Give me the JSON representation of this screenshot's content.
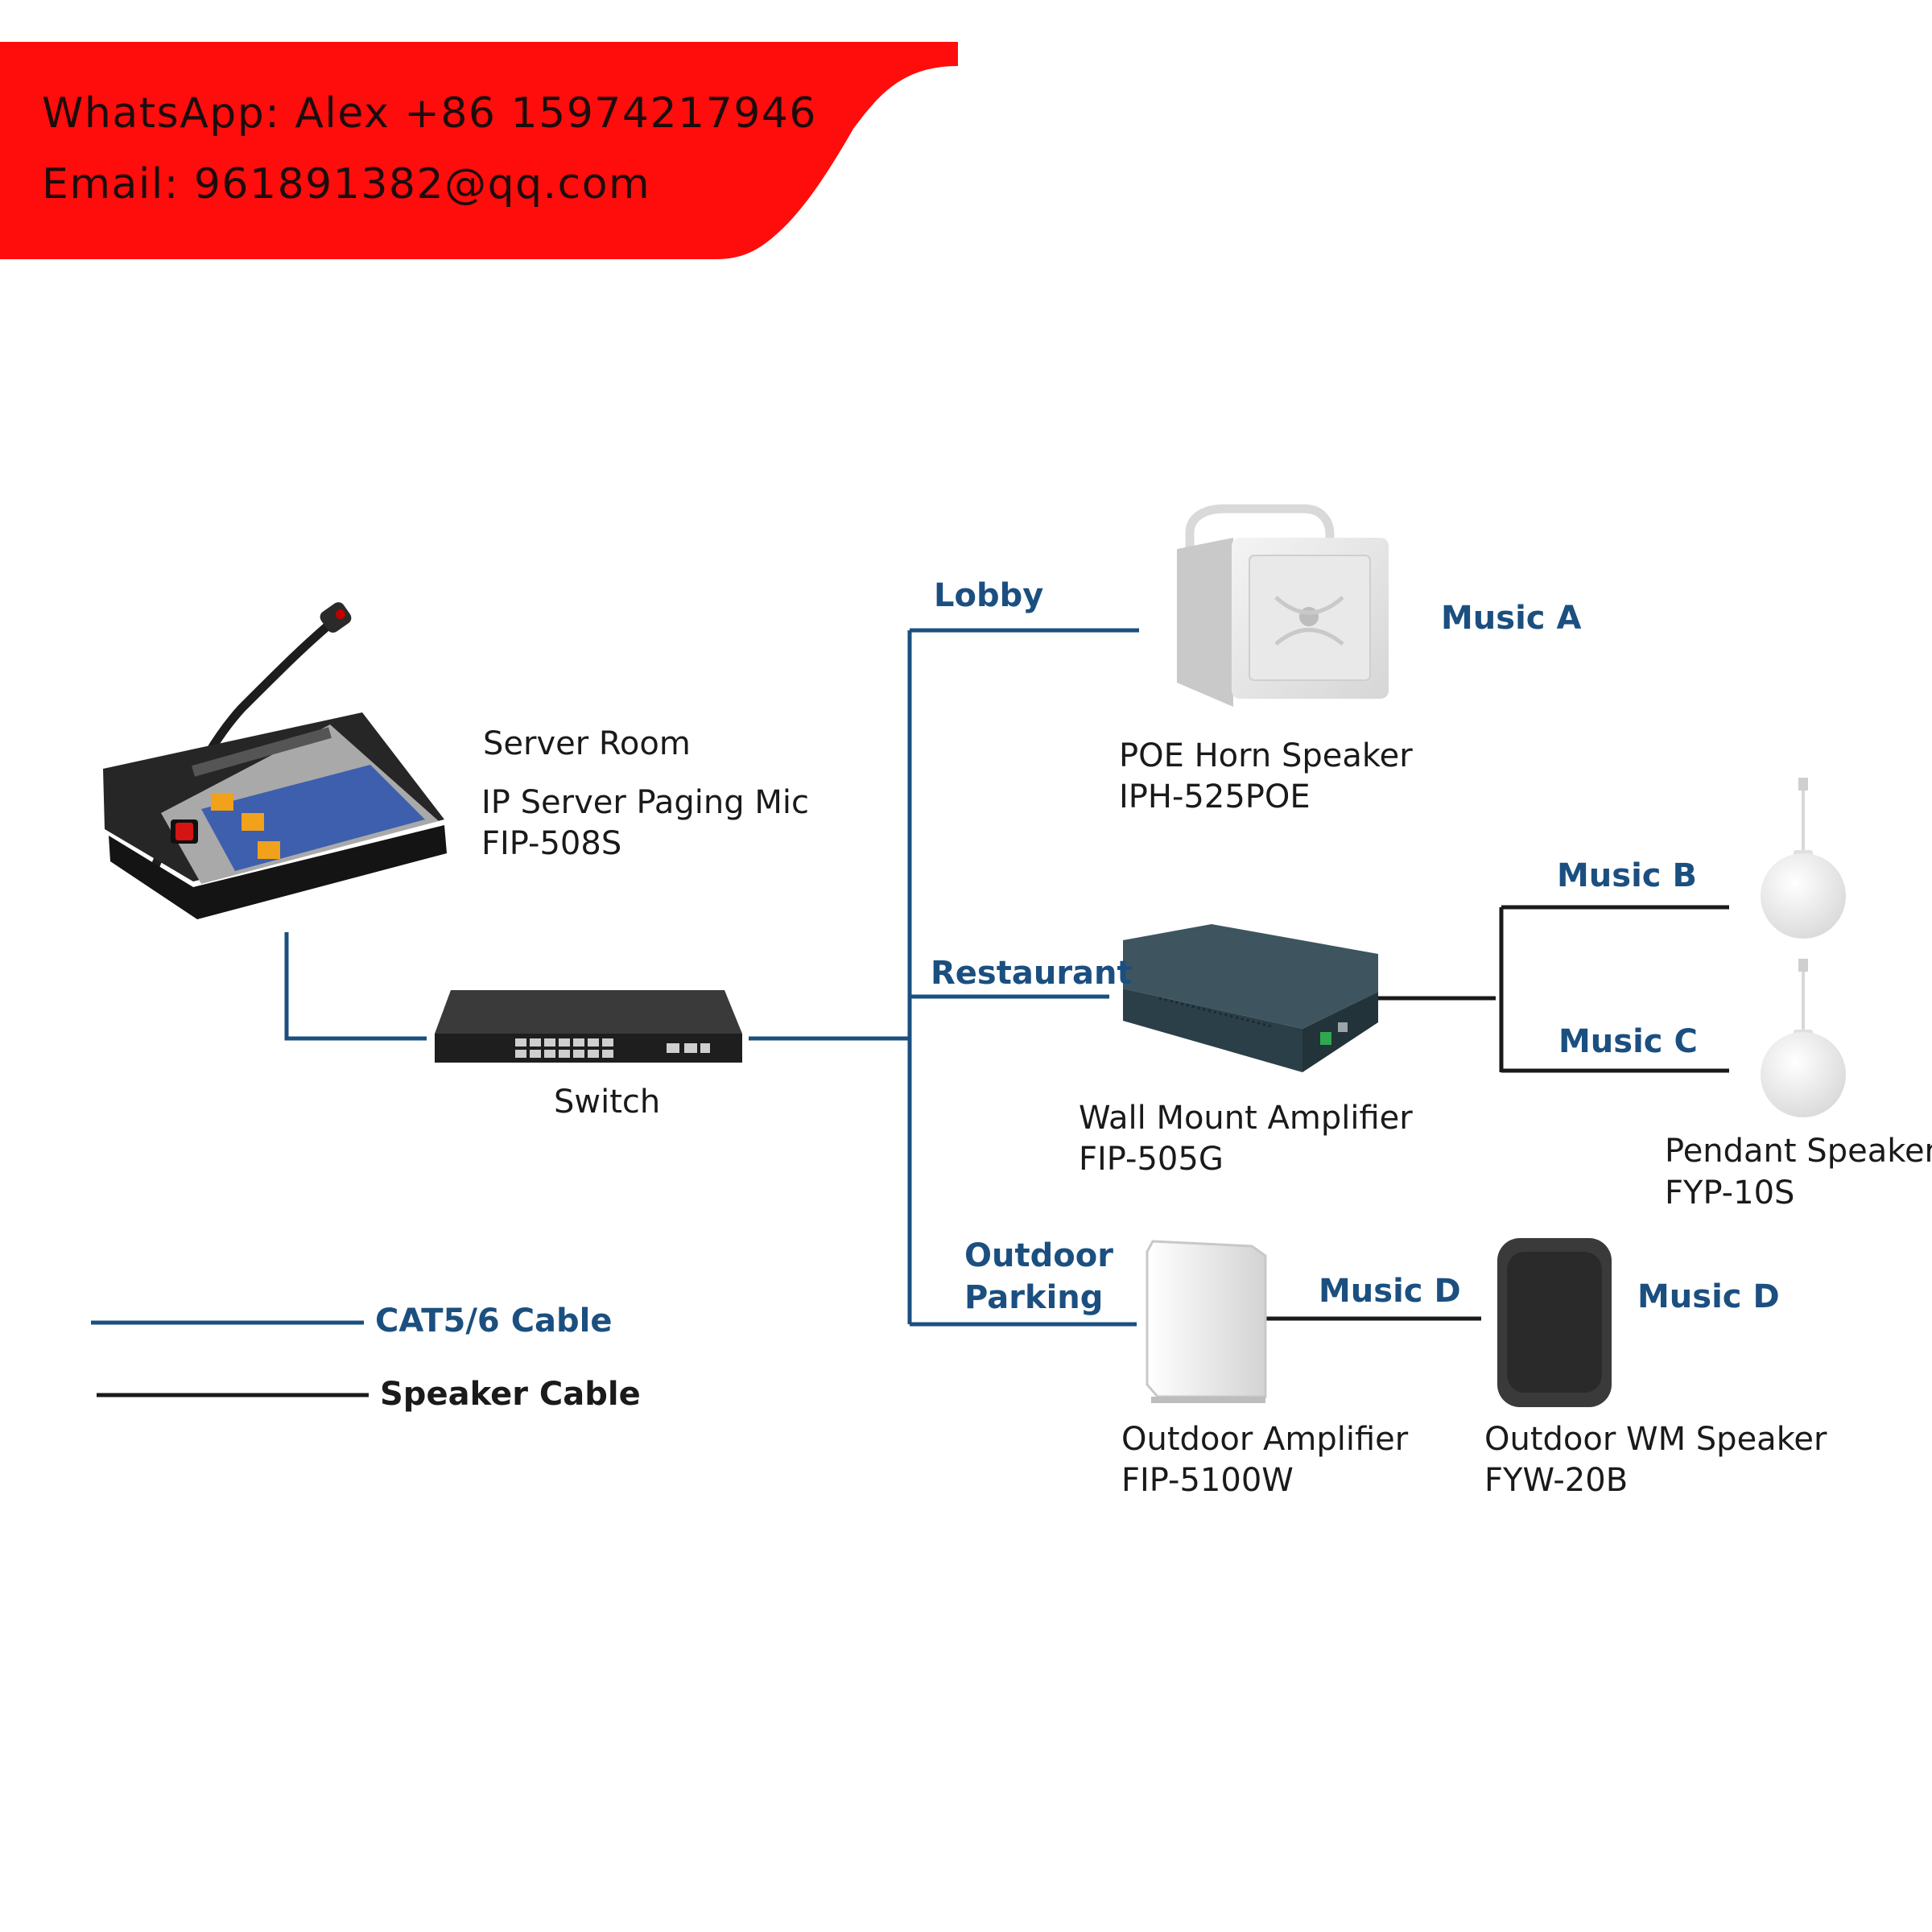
{
  "colors": {
    "banner_red": "#ff0d0d",
    "cat_cable_blue": "#1b4f80",
    "speaker_cable_black": "#1a1a1a",
    "label_blue": "#1b4f80"
  },
  "banner": {
    "whatsapp": "WhatsApp: Alex +86 15974217946",
    "email": "Email: 961891382@qq.com"
  },
  "devices": {
    "server_room": "Server Room",
    "mic_name": "IP Server Paging Mic",
    "mic_model": "FIP-508S",
    "switch": "Switch",
    "horn_name": "POE Horn Speaker",
    "horn_model": "IPH-525POE",
    "amp_name": "Wall Mount Amplifier",
    "amp_model": "FIP-505G",
    "pendant_name": "Pendant Speaker",
    "pendant_model": "FYP-10S",
    "outdoor_amp_name": "Outdoor Amplifier",
    "outdoor_amp_model": "FIP-5100W",
    "wm_name": "Outdoor WM Speaker",
    "wm_model": "FYW-20B"
  },
  "zones": {
    "lobby": "Lobby",
    "restaurant": "Restaurant",
    "outdoor_line1": "Outdoor",
    "outdoor_line2": "Parking"
  },
  "music": {
    "a": "Music A",
    "b": "Music B",
    "c": "Music C",
    "d_cable": "Music D",
    "d_speaker": "Music D"
  },
  "legend": {
    "cat": "CAT5/6 Cable",
    "speaker": "Speaker Cable"
  }
}
